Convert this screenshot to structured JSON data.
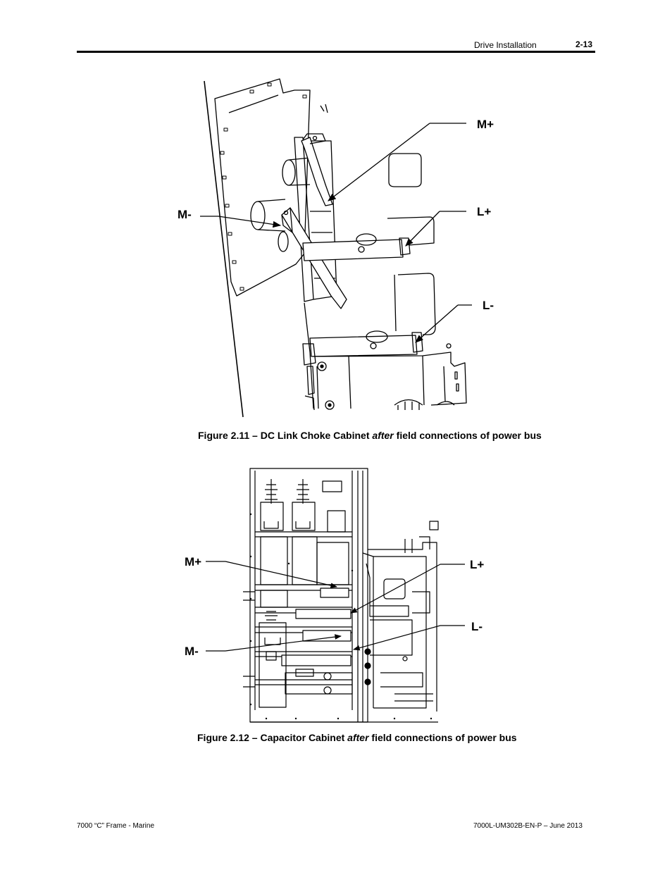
{
  "header": {
    "section": "Drive Installation",
    "page_number": "2-13"
  },
  "figure_2_11": {
    "labels": {
      "m_plus": "M+",
      "m_minus": "M-",
      "l_plus": "L+",
      "l_minus": "L-"
    },
    "caption": {
      "prefix": "Figure 2.11 – DC Link Choke Cabinet ",
      "emphasis": "after",
      "suffix": " field connections of power bus"
    }
  },
  "figure_2_12": {
    "labels": {
      "m_plus": "M+",
      "m_minus": "M-",
      "l_plus": "L+",
      "l_minus": "L-"
    },
    "caption": {
      "prefix": "Figure 2.12 – Capacitor Cabinet ",
      "emphasis": "after",
      "suffix": " field connections of power bus"
    }
  },
  "footer": {
    "left": "7000 “C” Frame - Marine",
    "right": "7000L-UM302B-EN-P – June 2013"
  }
}
